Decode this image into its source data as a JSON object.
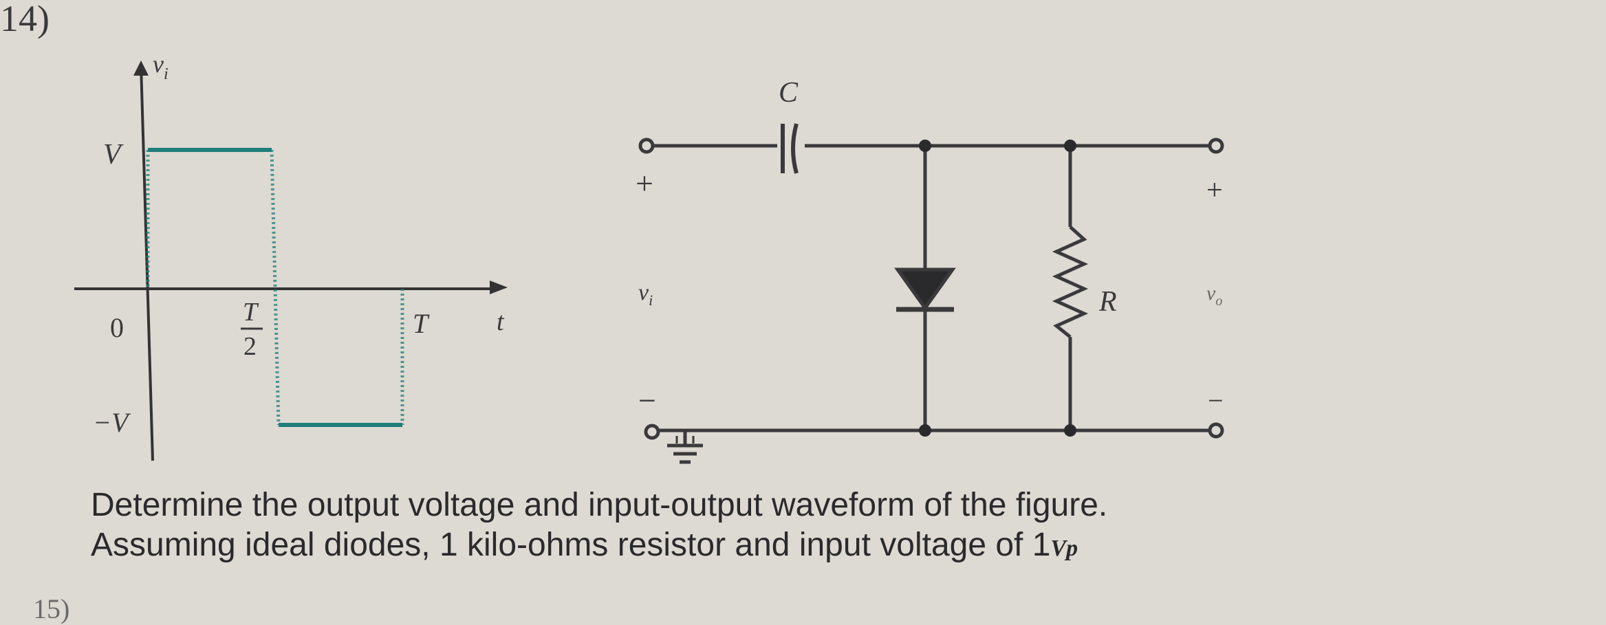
{
  "question": {
    "number": "14)",
    "next_number": "15)"
  },
  "waveform": {
    "y_axis_label": "v",
    "y_axis_sub": "i",
    "x_axis_label": "t",
    "level_high": "V",
    "level_zero": "0",
    "level_low": "−V",
    "tick_half_num": "T",
    "tick_half_den": "2",
    "tick_period": "T",
    "trace_color": "#1f7d7a"
  },
  "circuit": {
    "capacitor_label": "C",
    "resistor_label": "R",
    "input_label": "v",
    "input_sub": "i",
    "output_label": "v",
    "output_sub": "o",
    "plus": "+",
    "minus": "−"
  },
  "caption": {
    "line1": "Determine the output voltage and input-output waveform of the figure.",
    "line2_prefix": "Assuming ideal diodes, 1 kilo-ohms resistor and input voltage of 1",
    "line2_unit": "Vp"
  }
}
